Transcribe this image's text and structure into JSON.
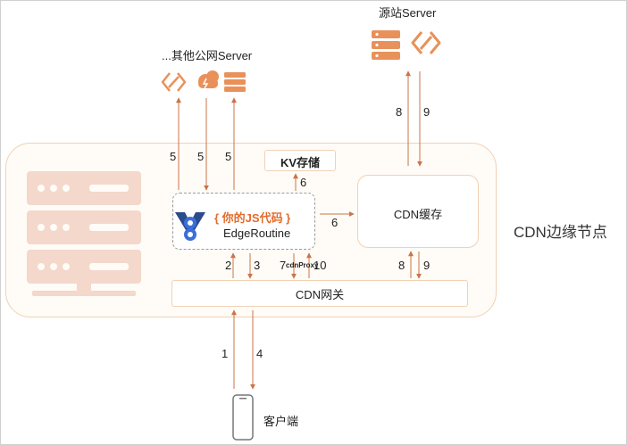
{
  "diagram": {
    "origin_server_label": "源站Server",
    "other_servers_label": "...其他公网Server",
    "kv_label": "KV存储",
    "code_label": "{ 你的JS代码 }",
    "edgeroutine_label": "EdgeRoutine",
    "cdn_cache_label": "CDN缓存",
    "cdn_gateway_label": "CDN网关",
    "edge_node_label": "CDN边缘节点",
    "client_label": "客户端",
    "cdnproxy_label": "cdnProxy",
    "steps": {
      "s1": "1",
      "s2": "2",
      "s3": "3",
      "s4": "4",
      "s5a": "5",
      "s5b": "5",
      "s5c": "5",
      "s6a": "6",
      "s6b": "6",
      "s7": "7",
      "s8a": "8",
      "s8b": "8",
      "s9a": "9",
      "s9b": "9",
      "s10": "10"
    }
  },
  "colors": {
    "accent": "#e8915a",
    "arrow": "#c9744a",
    "node_border": "#f0d2b4",
    "node_fill": "#fffbf6",
    "server_icon": "#f3d8cb",
    "code_text": "#e36b2c",
    "logo_blue": "#3b6fd8"
  },
  "icons": [
    "server-stack-icon",
    "link-icon",
    "cloud-icon",
    "server-rack-icon",
    "smartphone-icon",
    "edgeroutine-logo-icon"
  ]
}
